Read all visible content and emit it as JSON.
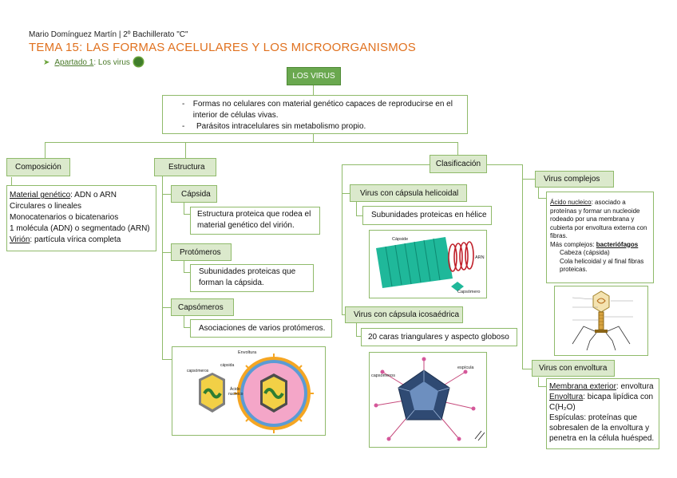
{
  "header": {
    "author": "Mario Domínguez Martín | 2º Bachillerato \"C\"",
    "title": "TEMA 15: LAS FORMAS ACELULARES Y LOS MICROORGANISMOS",
    "section_link": "Apartado 1",
    "section_rest": ": Los virus"
  },
  "root": {
    "label": "LOS VIRUS",
    "bullets": [
      "Formas no celulares con material genético capaces de reproducirse en el interior de células vivas.",
      "Parásitos intracelulares sin metabolismo propio."
    ]
  },
  "composicion": {
    "label": "Composición",
    "genetic_term": "Material genético",
    "genetic_rest": ": ADN o ARN",
    "line2": "Circulares o lineales",
    "line3": "Monocatenarios o bicatenarios",
    "line4": "1 molécula (ADN) o segmentado (ARN)",
    "virion_term": "Virión",
    "virion_rest": ": partícula vírica completa"
  },
  "estructura": {
    "label": "Estructura",
    "capsida": {
      "label": "Cápsida",
      "desc": "Estructura proteica que rodea el material genético del virión."
    },
    "protomeros": {
      "label": "Protómeros",
      "desc": "Subunidades proteicas que forman la cápsida."
    },
    "capsomeros": {
      "label": "Capsómeros",
      "desc": "Asociaciones de varios protómeros."
    },
    "figure_labels": {
      "envoltura": "Envoltura",
      "capsida": "cápsida",
      "capsomeros": "capsómeros",
      "acido": "Ácido",
      "nucleico": "nucleico"
    }
  },
  "clasificacion": {
    "label": "Clasificación",
    "helicoidal": {
      "label": "Virus con cápsula helicoidal",
      "desc": "Subunidades proteicas en hélice",
      "fig_capside": "Cápside",
      "fig_arn": "ARN",
      "fig_capsomero": "Capsómero"
    },
    "icosaedrica": {
      "label": "Virus con cápsula icosaédrica",
      "desc": "20 caras triangulares y aspecto globoso",
      "fig_capsomeros": "capsómeros",
      "fig_espicula": "espícula"
    },
    "complejos": {
      "label": "Virus complejos",
      "acido_term": "Ácido nucleico",
      "acido_rest": ": asociado a proteínas y formar un nucleoide rodeado por una membrana y cubierta por envoltura externa con fibras.",
      "mas": "Más complejos: ",
      "bacteriofagos": "bacteriófagos",
      "cabeza": "Cabeza (cápsida)",
      "cola": "Cola helicoidal y al final fibras proteicas."
    },
    "envoltura": {
      "label": "Virus con envoltura",
      "membrana_term": "Membrana exterior",
      "membrana_rest": ": envoltura",
      "envoltura_term": "Envoltura",
      "envoltura_rest": ": bicapa lipídica con C(H₂O)",
      "espiculas": "Espículas: proteínas que sobresalen de la envoltura y penetra en la célula huésped."
    }
  },
  "colors": {
    "title": "#e0711f",
    "node": "#6aa84f",
    "node_light": "#dbe9cc",
    "border": "#8fba6a"
  }
}
